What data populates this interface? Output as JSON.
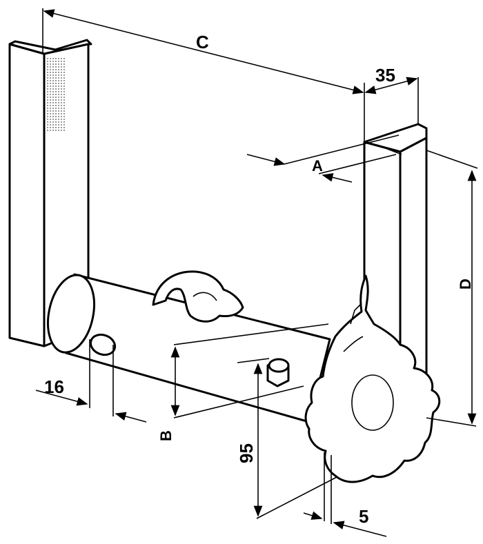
{
  "diagram": {
    "dimensions": {
      "c": "C",
      "width_35": "35",
      "a": "A",
      "d": "D",
      "hole_16": "16",
      "b": "B",
      "height_95": "95",
      "thick_5": "5"
    },
    "colors": {
      "ink": "#000000",
      "paper": "#ffffff"
    }
  }
}
